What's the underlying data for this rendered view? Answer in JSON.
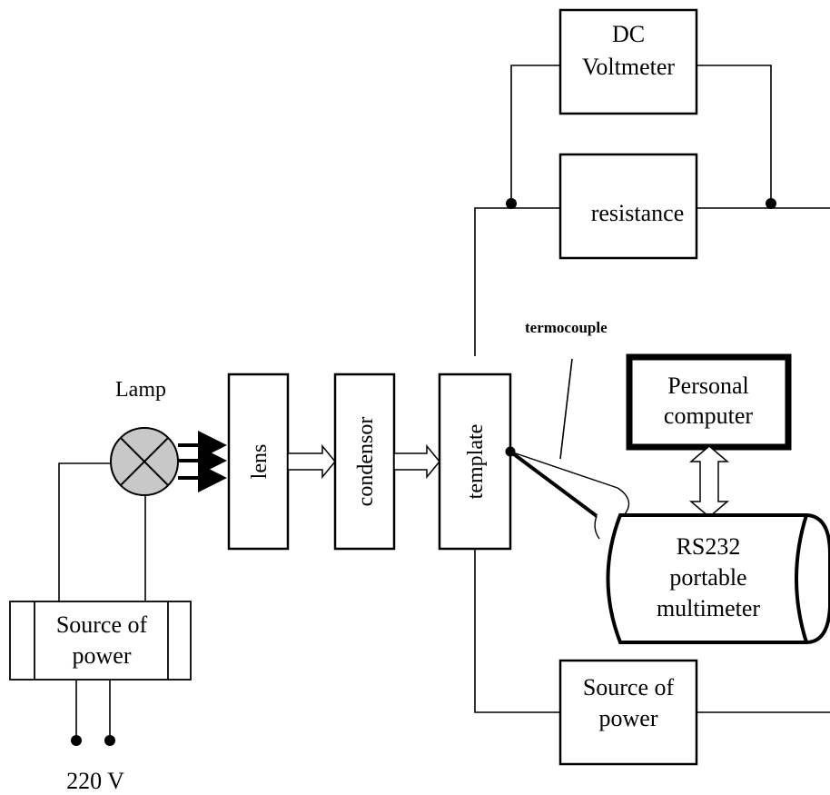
{
  "labels": {
    "dc_voltmeter_line1": "DC",
    "dc_voltmeter_line2": "Voltmeter",
    "resistance": "resistance",
    "termocouple": "termocouple",
    "lamp": "Lamp",
    "lens": "lens",
    "condensor": "condensor",
    "template": "template",
    "pc_line1": "Personal",
    "pc_line2": "computer",
    "mm_line1": "RS232",
    "mm_line2": "portable",
    "mm_line3": "multimeter",
    "left_power_line1": "Source of",
    "left_power_line2": "power",
    "right_power_line1": "Source of",
    "right_power_line2": "power",
    "mains": "220 V"
  }
}
